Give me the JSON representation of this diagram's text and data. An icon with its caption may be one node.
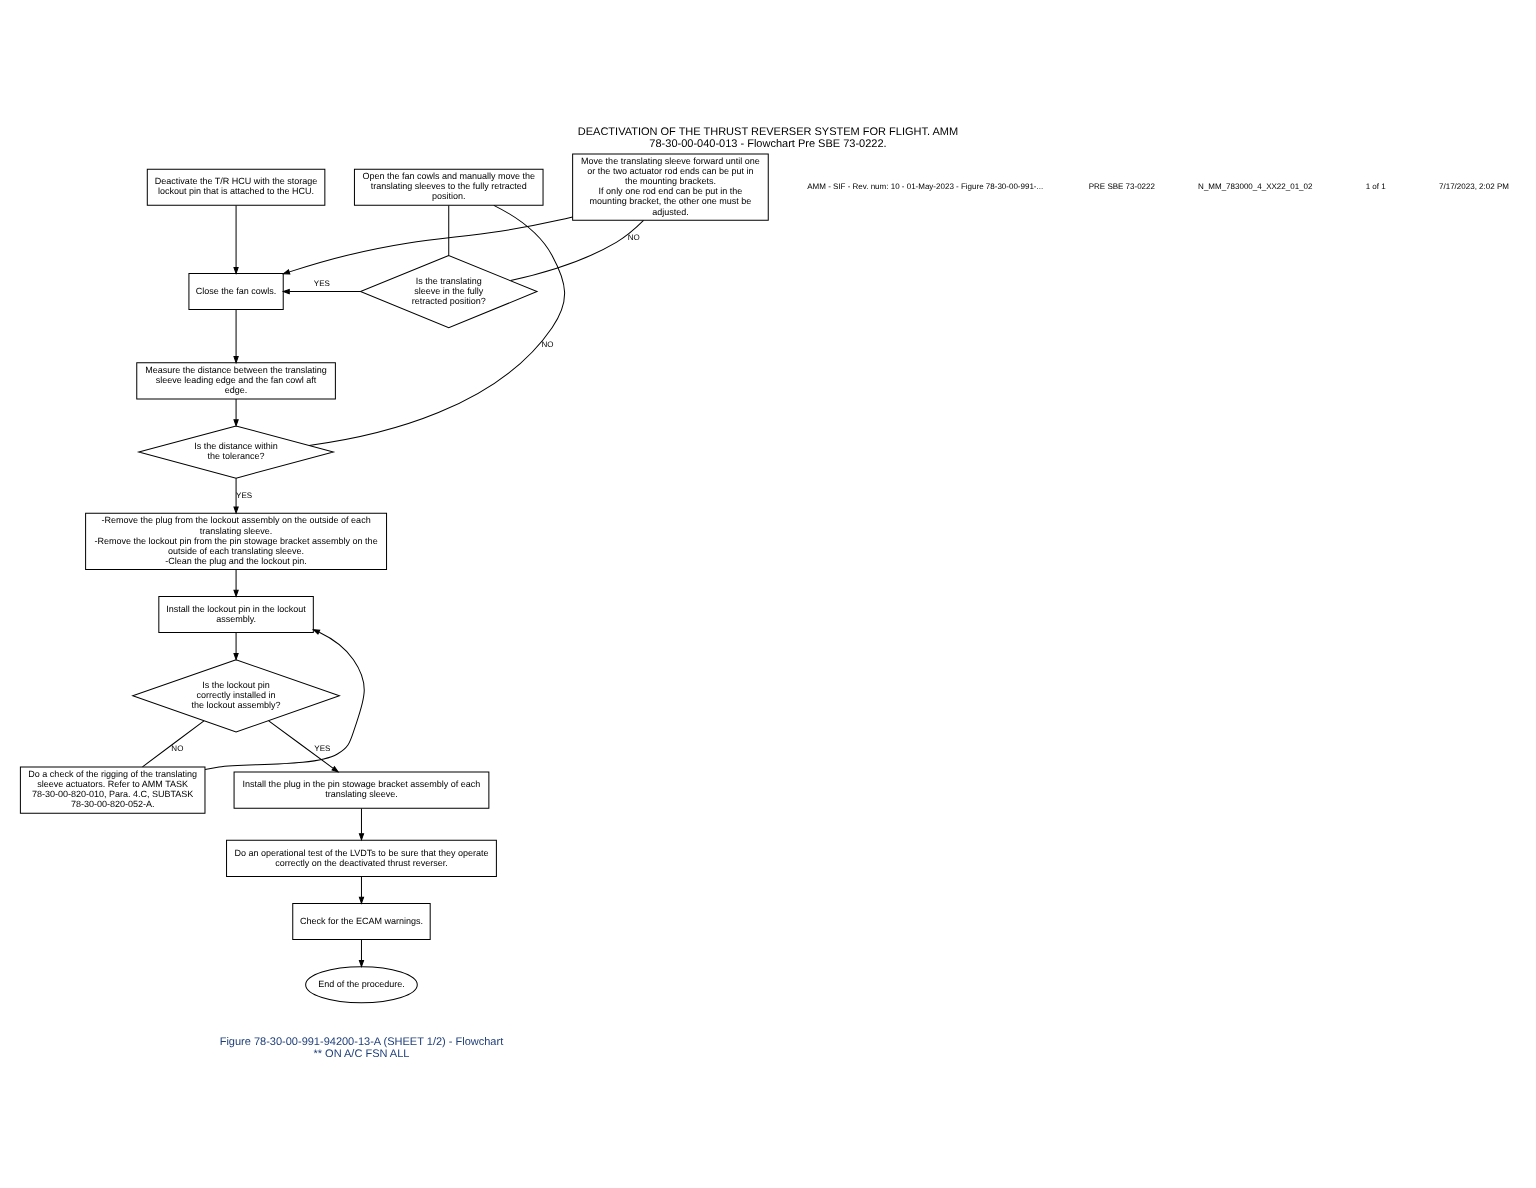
{
  "diagram": {
    "title": "DEACTIVATION OF THE THRUST REVERSER SYSTEM FOR FLIGHT. AMM 78-30-00-040-013 - Flowchart Pre SBE 73-0222.",
    "caption": "Figure 78-30-00-991-94200-13-A (SHEET 1/2) - Flowchart ** ON A/C FSN ALL",
    "nodes": [
      {
        "text": [
          "Deactivate the T/R HCU with the storage lockout pin that is attached to the HCU."
        ]
      },
      {
        "text": [
          "Close the fan cowls."
        ]
      },
      {
        "text": [
          "Move the translating sleeve forward until one or the two actuator rod ends can be put in the mounting brackets.",
          "If only one rod end can be put in the mounting bracket, the other one must be adjusted."
        ]
      },
      {
        "text": [
          "Measure the distance between the translating sleeve leading edge and the fan cowl aft edge."
        ]
      },
      {
        "text": [
          "Open the fan cowls and manually move the translating sleeves to the fully retracted position."
        ]
      },
      {
        "text": [
          "Is the distance within the tolerance?"
        ]
      },
      {
        "text": [
          "Is the translating sleeve in the fully retracted position?"
        ]
      },
      {
        "text": [
          "-Remove the plug from the lockout assembly on the outside of each translating sleeve.",
          "-Remove the lockout pin from the pin stowage bracket assembly on the outside of each translating sleeve.",
          "-Clean the plug and the lockout pin."
        ]
      },
      {
        "text": [
          "Install the lockout pin in the lockout assembly."
        ]
      },
      {
        "text": [
          "Is the lockout pin correctly installed in the lockout assembly?"
        ]
      },
      {
        "text": [
          "Do a check of the rigging of the translating sleeve actuators. Refer to AMM TASK 78-30-00-820-010, Para. 4.C, SUBTASK 78-30-00-820-052-A."
        ]
      },
      {
        "text": [
          "Install the plug in the pin stowage bracket assembly of each translating sleeve."
        ]
      },
      {
        "text": [
          "Do an operational test of the LVDTs to be sure that they operate correctly on the deactivated thrust reverser."
        ]
      },
      {
        "text": [
          "Check for the ECAM warnings."
        ]
      },
      {
        "text": [
          "End of the procedure."
        ]
      }
    ],
    "edges": [
      {
        "from": 0,
        "to": 1,
        "arrow": "to"
      },
      {
        "from": 1,
        "to": 3,
        "arrow": "to"
      },
      {
        "from": 3,
        "to": 5,
        "arrow": "to"
      },
      {
        "from": 5,
        "to": 4,
        "arrow": "none",
        "label": "NO"
      },
      {
        "from": 4,
        "to": 6,
        "arrow": "none"
      },
      {
        "from": 6,
        "to": 1,
        "arrow": "to",
        "label": "YES"
      },
      {
        "from": 6,
        "to": 2,
        "arrow": "none",
        "label": "NO"
      },
      {
        "from": 2,
        "to": 1,
        "arrow": "to"
      },
      {
        "from": 5,
        "to": 7,
        "arrow": "to",
        "label": "YES"
      },
      {
        "from": 7,
        "to": 8,
        "arrow": "to"
      },
      {
        "from": 8,
        "to": 9,
        "arrow": "to"
      },
      {
        "from": 9,
        "to": 10,
        "arrow": "none",
        "label": "NO"
      },
      {
        "from": 10,
        "to": 8,
        "arrow": "to"
      },
      {
        "from": 9,
        "to": 11,
        "arrow": "to",
        "label": "YES"
      },
      {
        "from": 11,
        "to": 12,
        "arrow": "to"
      },
      {
        "from": 12,
        "to": 13,
        "arrow": "to"
      },
      {
        "from": 13,
        "to": 14,
        "arrow": "to"
      }
    ],
    "labels": [
      "AMM - SIF - Rev. num: 10 - 01-May-2023 - Figure 78-30-00-991-...",
      "PRE SBE 73-0222",
      "N_MM_783000_4_XX22_01_02",
      "1 of 1",
      "7/17/2023, 2:02 PM"
    ]
  }
}
